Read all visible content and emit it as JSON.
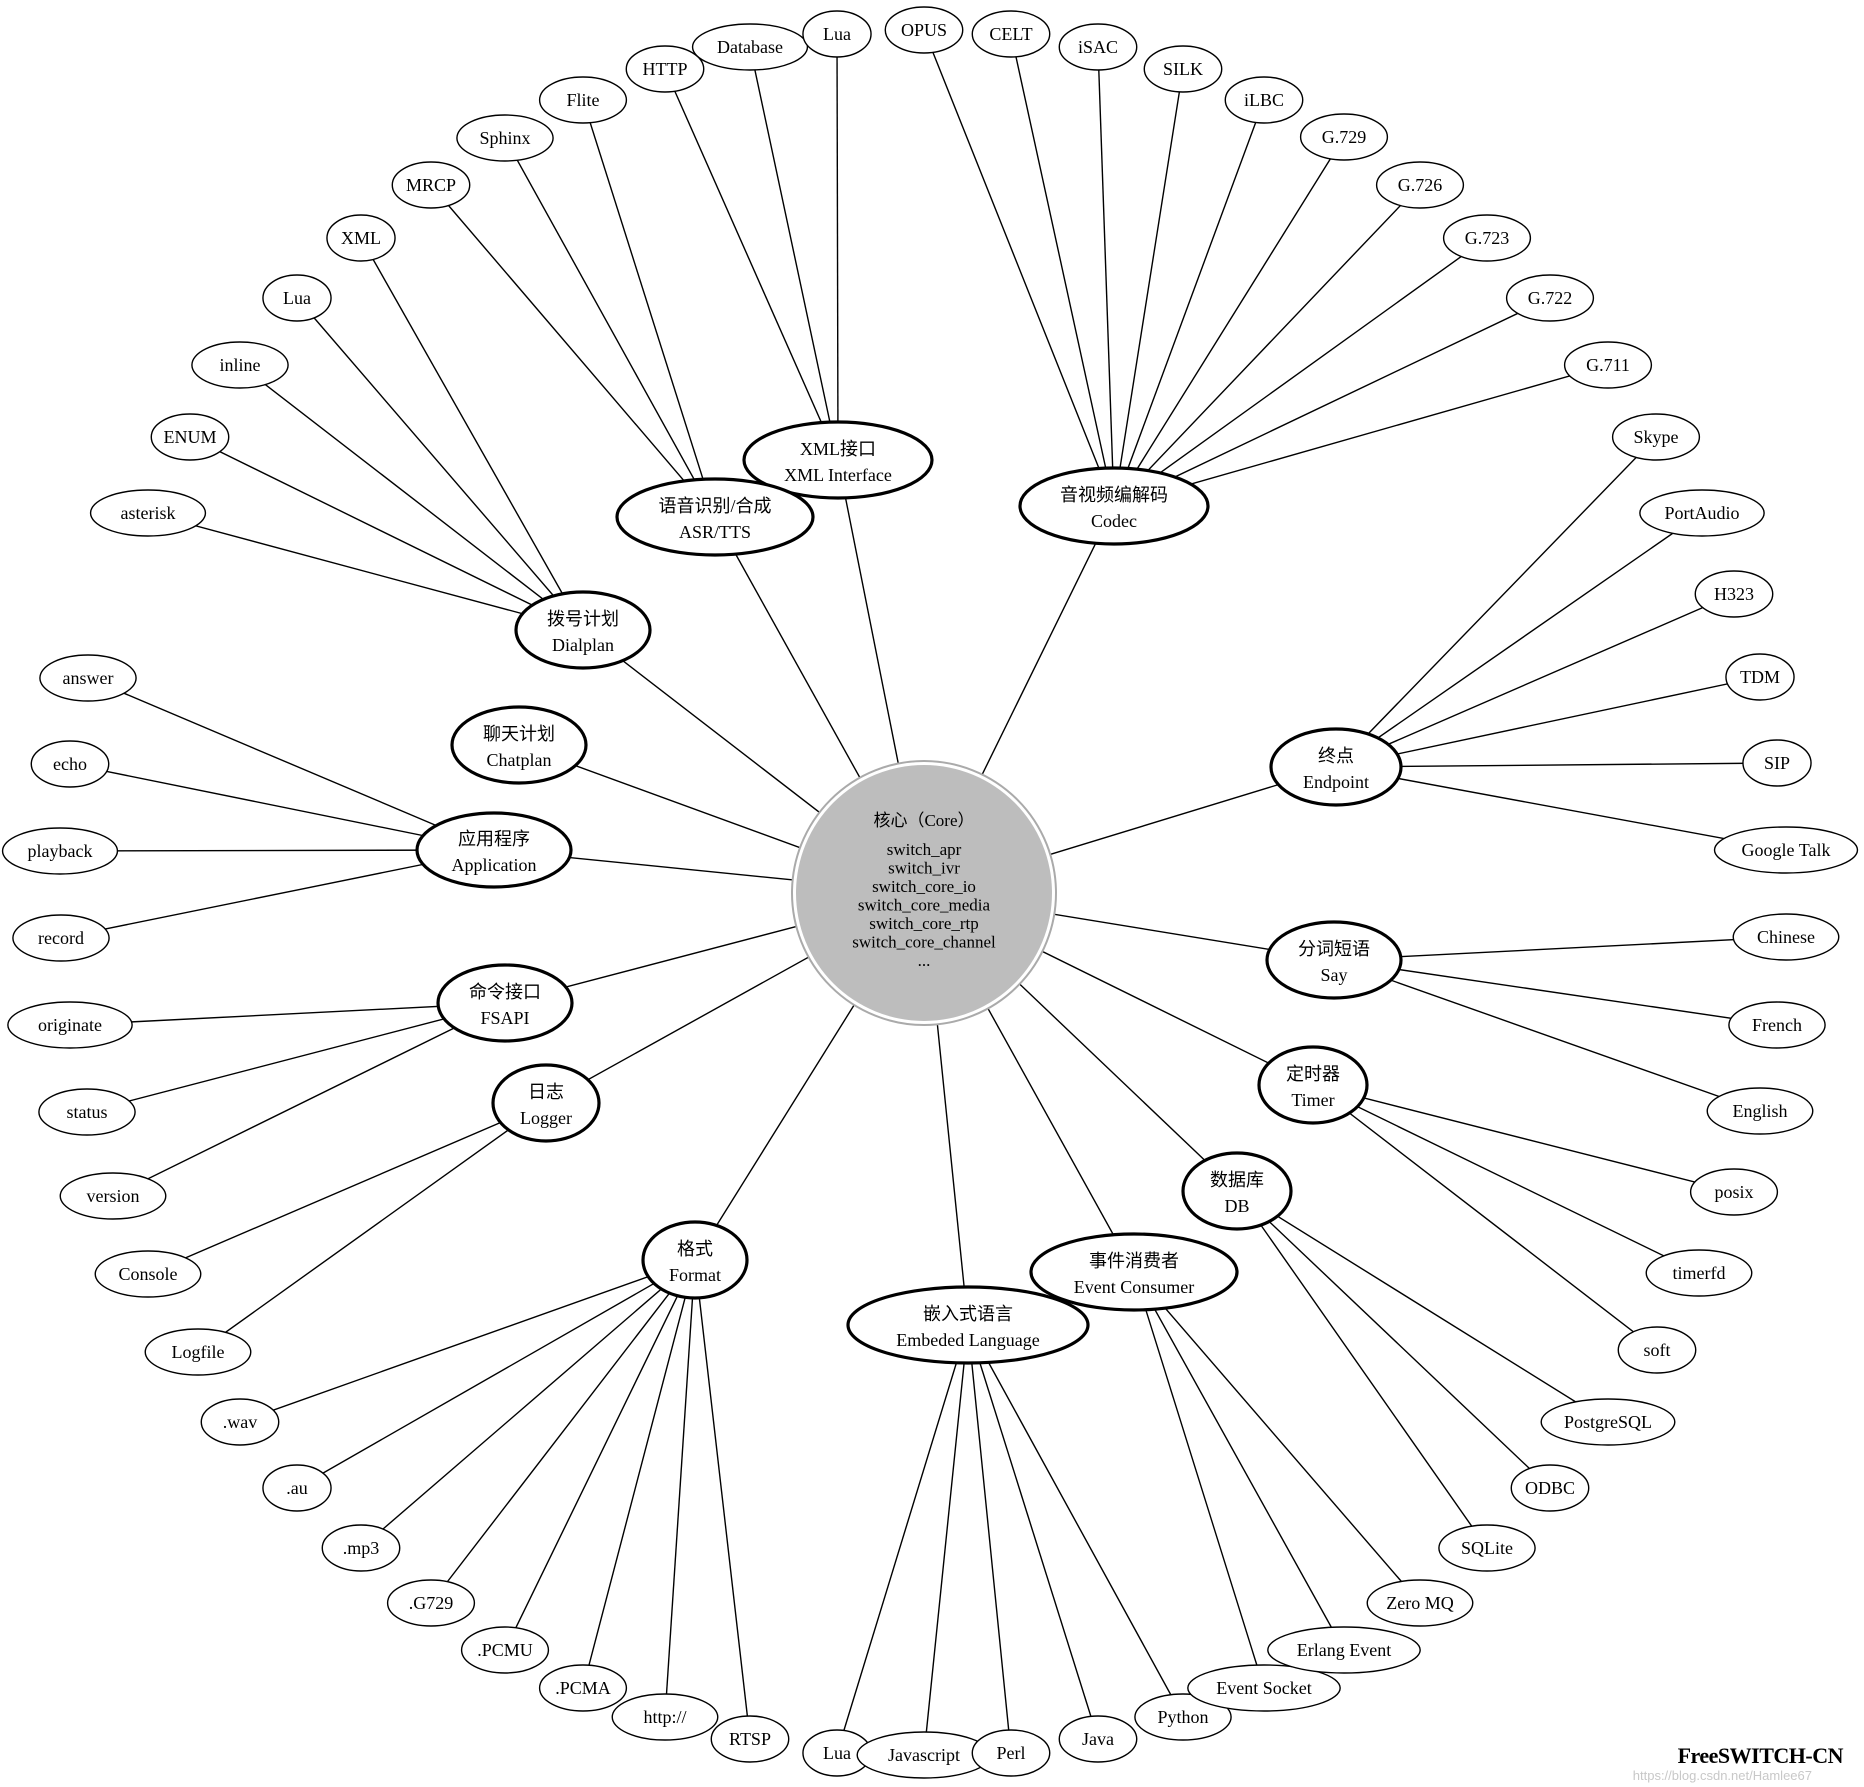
{
  "core": {
    "title": "核心（Core）",
    "lines": [
      "switch_apr",
      "switch_ivr",
      "switch_core_io",
      "switch_core_media",
      "switch_core_rtp",
      "switch_core_channel",
      "..."
    ]
  },
  "categories": [
    {
      "id": "xml",
      "zh": "XML接口",
      "en": "XML Interface",
      "children": [
        "HTTP",
        "Database",
        "Lua"
      ]
    },
    {
      "id": "asr",
      "zh": "语音识别/合成",
      "en": "ASR/TTS",
      "children": [
        "MRCP",
        "Sphinx",
        "Flite"
      ]
    },
    {
      "id": "codec",
      "zh": "音视频编解码",
      "en": "Codec",
      "children": [
        "OPUS",
        "CELT",
        "iSAC",
        "SILK",
        "iLBC",
        "G.729",
        "G.726",
        "G.723",
        "G.722",
        "G.711"
      ]
    },
    {
      "id": "dialplan",
      "zh": "拨号计划",
      "en": "Dialplan",
      "children": [
        "asterisk",
        "ENUM",
        "inline",
        "Lua",
        "XML"
      ]
    },
    {
      "id": "chatplan",
      "zh": "聊天计划",
      "en": "Chatplan",
      "children": []
    },
    {
      "id": "application",
      "zh": "应用程序",
      "en": "Application",
      "children": [
        "answer",
        "echo",
        "playback",
        "record"
      ]
    },
    {
      "id": "fsapi",
      "zh": "命令接口",
      "en": "FSAPI",
      "children": [
        "originate",
        "status",
        "version"
      ]
    },
    {
      "id": "logger",
      "zh": "日志",
      "en": "Logger",
      "children": [
        "Console",
        "Logfile"
      ]
    },
    {
      "id": "format",
      "zh": "格式",
      "en": "Format",
      "children": [
        ".wav",
        ".au",
        ".mp3",
        ".G729",
        ".PCMU",
        ".PCMA",
        "http://",
        "RTSP"
      ]
    },
    {
      "id": "embed",
      "zh": "嵌入式语言",
      "en": "Embeded Language",
      "children": [
        "Lua",
        "Javascript",
        "Perl",
        "Java",
        "Python"
      ]
    },
    {
      "id": "event",
      "zh": "事件消费者",
      "en": "Event Consumer",
      "children": [
        "Event Socket",
        "Erlang Event",
        "Zero MQ"
      ]
    },
    {
      "id": "db",
      "zh": "数据库",
      "en": "DB",
      "children": [
        "SQLite",
        "ODBC",
        "PostgreSQL"
      ]
    },
    {
      "id": "timer",
      "zh": "定时器",
      "en": "Timer",
      "children": [
        "posix",
        "timerfd",
        "soft"
      ]
    },
    {
      "id": "say",
      "zh": "分词短语",
      "en": "Say",
      "children": [
        "Chinese",
        "French",
        "English"
      ]
    },
    {
      "id": "endpoint",
      "zh": "终点",
      "en": "Endpoint",
      "children": [
        "Skype",
        "PortAudio",
        "H323",
        "TDM",
        "SIP",
        "Google Talk"
      ]
    }
  ],
  "footer": {
    "brand": "FreeSWITCH-CN",
    "watermark": "https://blog.csdn.net/Hamlee67"
  }
}
